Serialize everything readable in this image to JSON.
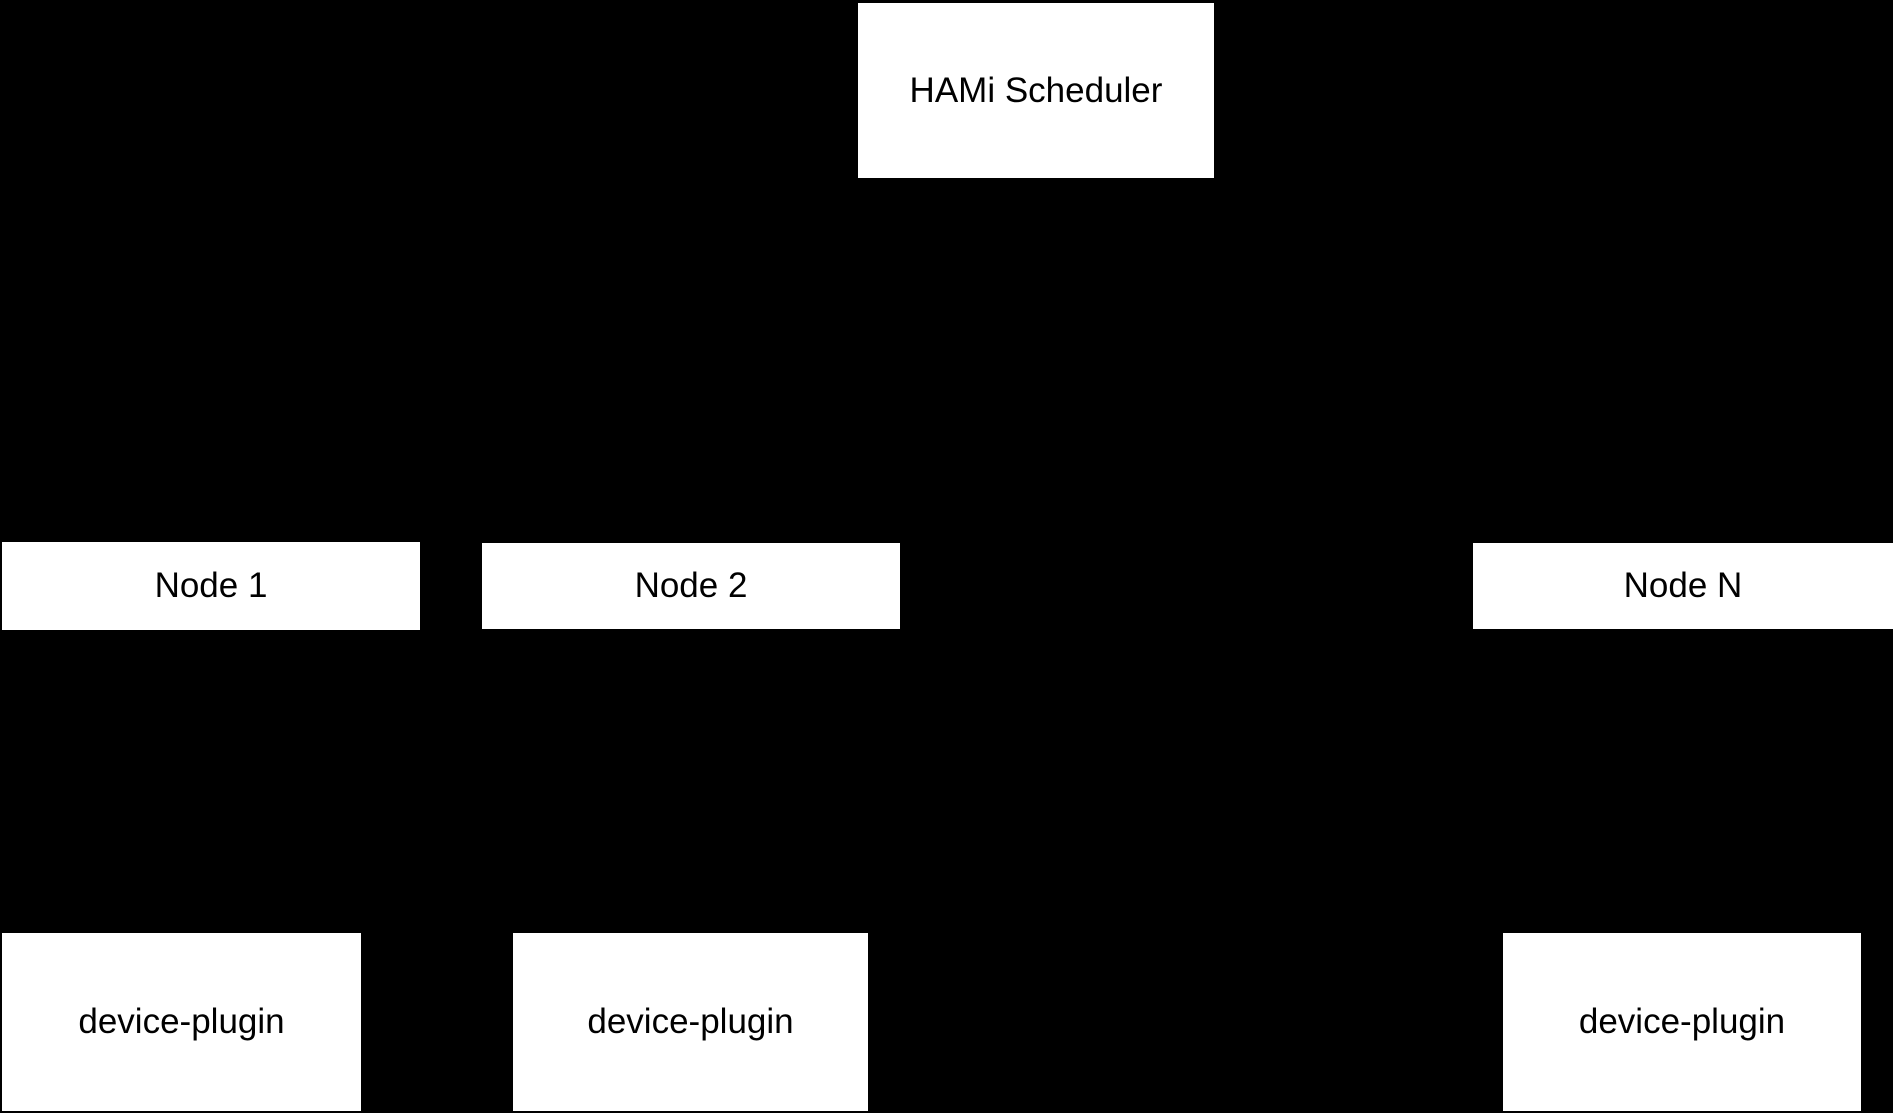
{
  "colors": {
    "background": "#000000",
    "box_fill": "#ffffff",
    "box_text": "#000000"
  },
  "diagram": {
    "scheduler": {
      "label": "HAMi Scheduler"
    },
    "nodes": [
      {
        "label": "Node 1"
      },
      {
        "label": "Node 2"
      },
      {
        "label": "Node N"
      }
    ],
    "device_plugins": [
      {
        "label": "device-plugin"
      },
      {
        "label": "device-plugin"
      },
      {
        "label": "device-plugin"
      }
    ]
  }
}
